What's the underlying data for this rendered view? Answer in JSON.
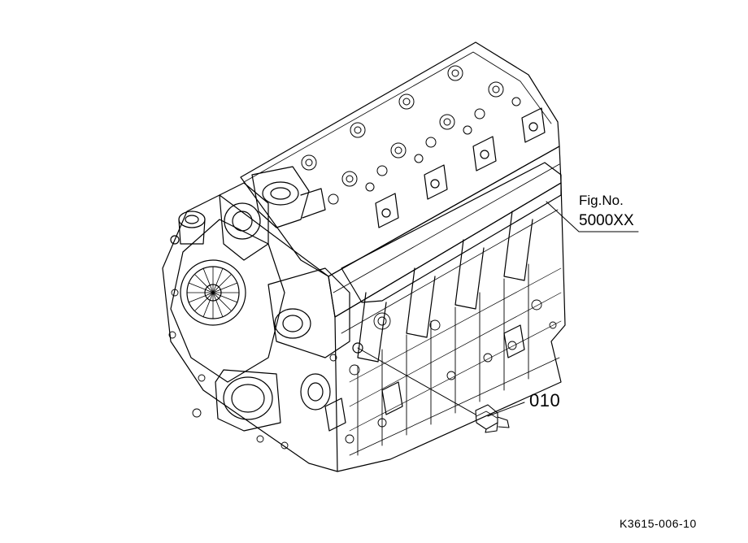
{
  "figure": {
    "title": "Fig.No.",
    "number": "5000XX"
  },
  "callouts": [
    {
      "part_number": "010"
    }
  ],
  "drawing_code": "K3615-006-10",
  "colors": {
    "line": "#000000",
    "background": "#ffffff"
  },
  "icons": [
    "engine-block-drawing",
    "sensor-part-drawing"
  ]
}
